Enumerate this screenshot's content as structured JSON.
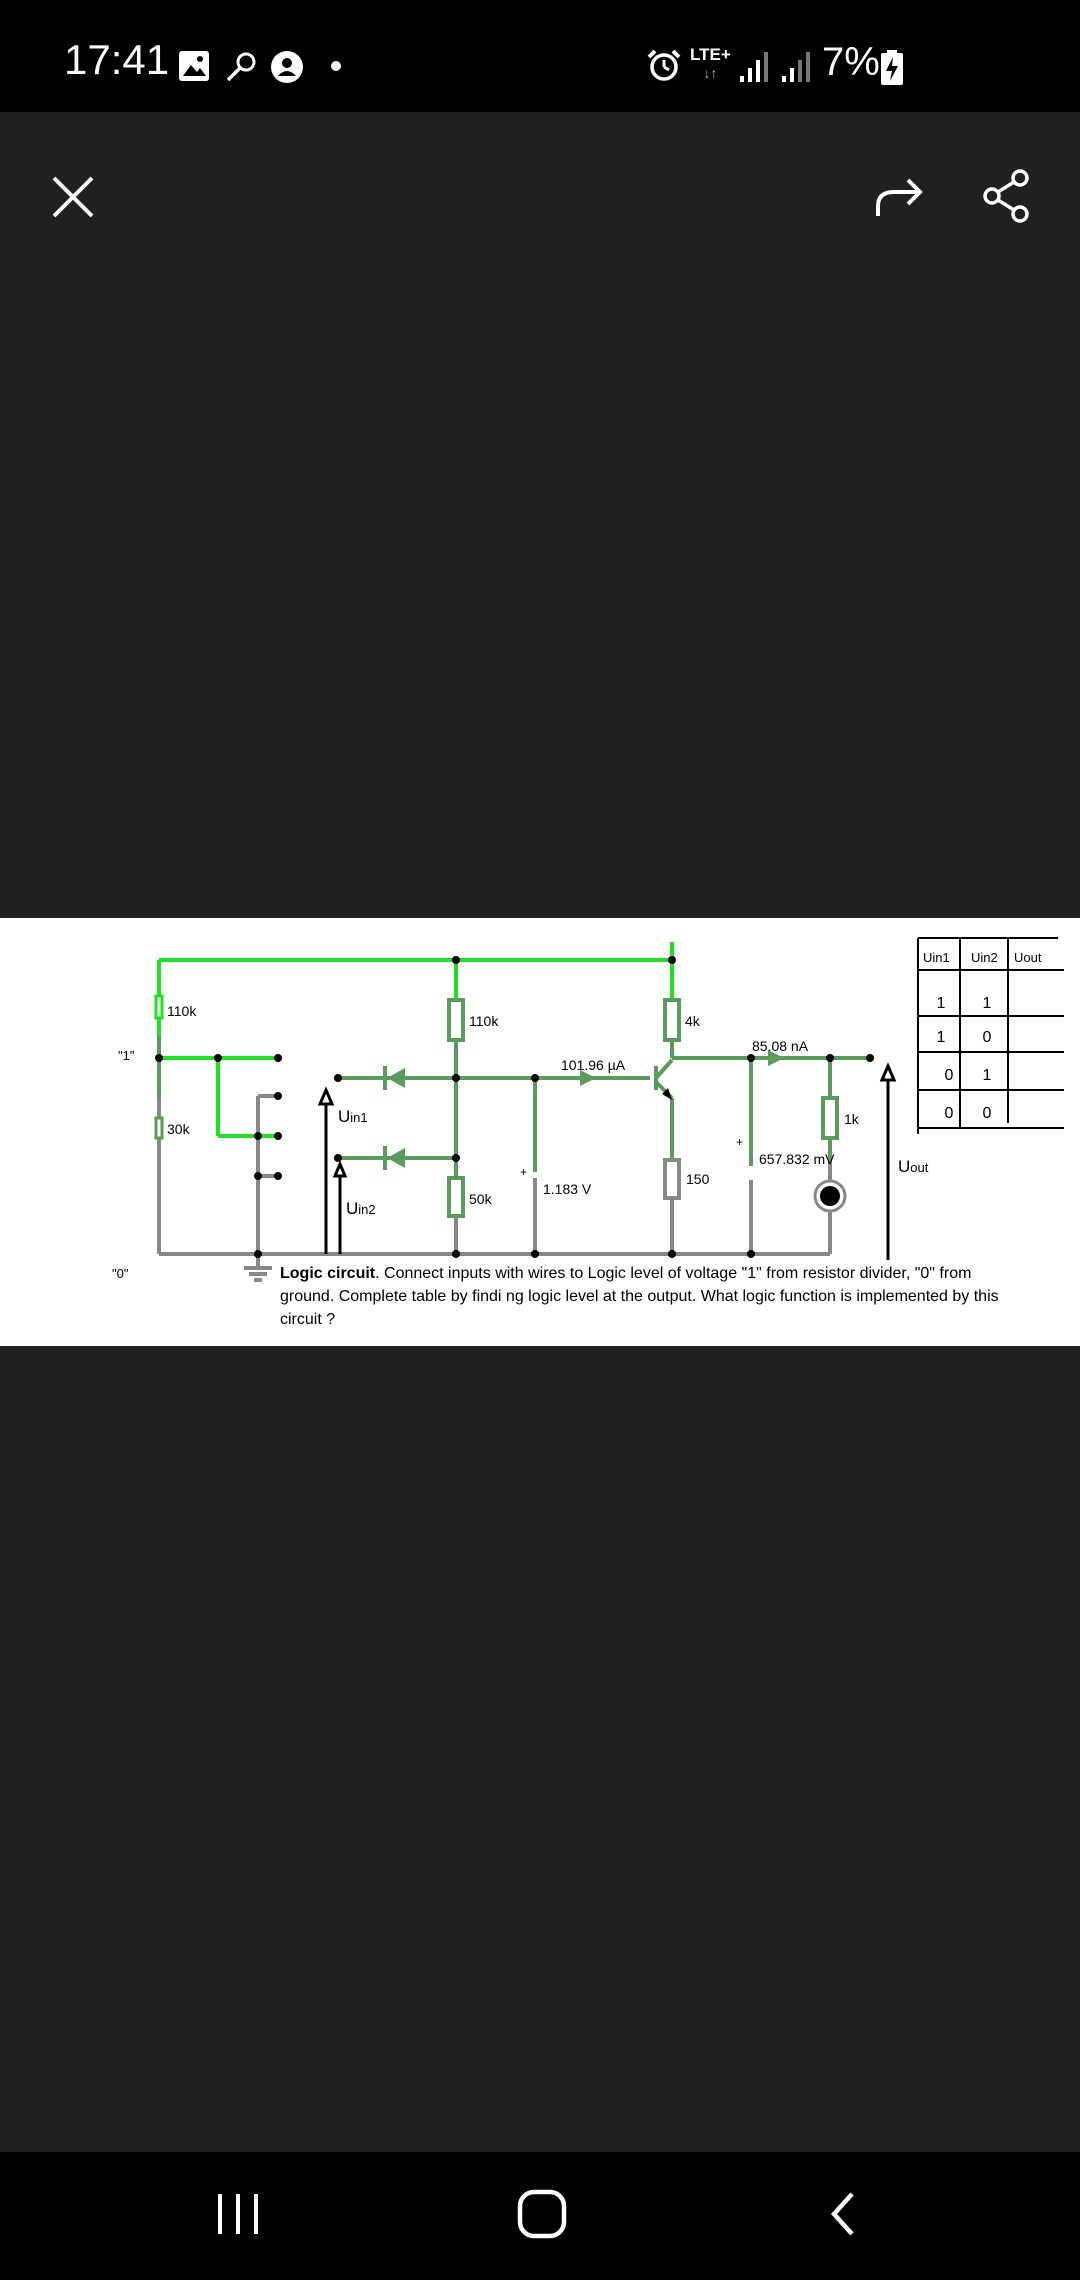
{
  "status_bar": {
    "time": "17:41",
    "network": "LTE+",
    "battery": "7%",
    "icons": [
      "gallery-icon",
      "search-key-icon",
      "account-icon",
      "dot-icon",
      "alarm-icon",
      "signal-icon",
      "signal-icon",
      "battery-charging-icon"
    ]
  },
  "viewer": {
    "close_icon": "close-icon",
    "forward_icon": "forward-icon",
    "share_icon": "share-icon"
  },
  "circuit": {
    "resistors": {
      "r1": "110k",
      "r2": "30k",
      "r3": "110k",
      "r4": "50k",
      "r5": "4k",
      "r6": "150",
      "r7": "1k"
    },
    "labels": {
      "logic_one": "\"1\"",
      "logic_zero": "\"0\"",
      "u_in1": "U",
      "u_in1_sub": "in1",
      "u_in2": "U",
      "u_in2_sub": "in2",
      "u_out": "U",
      "u_out_sub": "out"
    },
    "meters": {
      "current_base": "101.96 µA",
      "current_collector": "85.08 nA",
      "voltage_base": "1.183 V",
      "voltage_out": "657.832 mV",
      "plus1": "+",
      "plus2": "+"
    },
    "caption_bold": "Logic circuit",
    "caption_line1": ". Connect inputs with wires to Logic level of voltage \"1\" from resistor divider, \"0\" from",
    "caption_line2": "ground. Complete table by findi ng logic level at the output. What logic function is implemented by this",
    "caption_line3": "circuit   ?"
  },
  "truth_table": {
    "headers": [
      "Uin1",
      "Uin2",
      "Uout"
    ],
    "rows": [
      [
        "1",
        "1",
        ""
      ],
      [
        "1",
        "0",
        ""
      ],
      [
        "0",
        "1",
        ""
      ],
      [
        "0",
        "0",
        ""
      ]
    ]
  },
  "nav_bar": {
    "recents_icon": "recents-icon",
    "home_icon": "home-icon",
    "back_icon": "back-icon"
  }
}
